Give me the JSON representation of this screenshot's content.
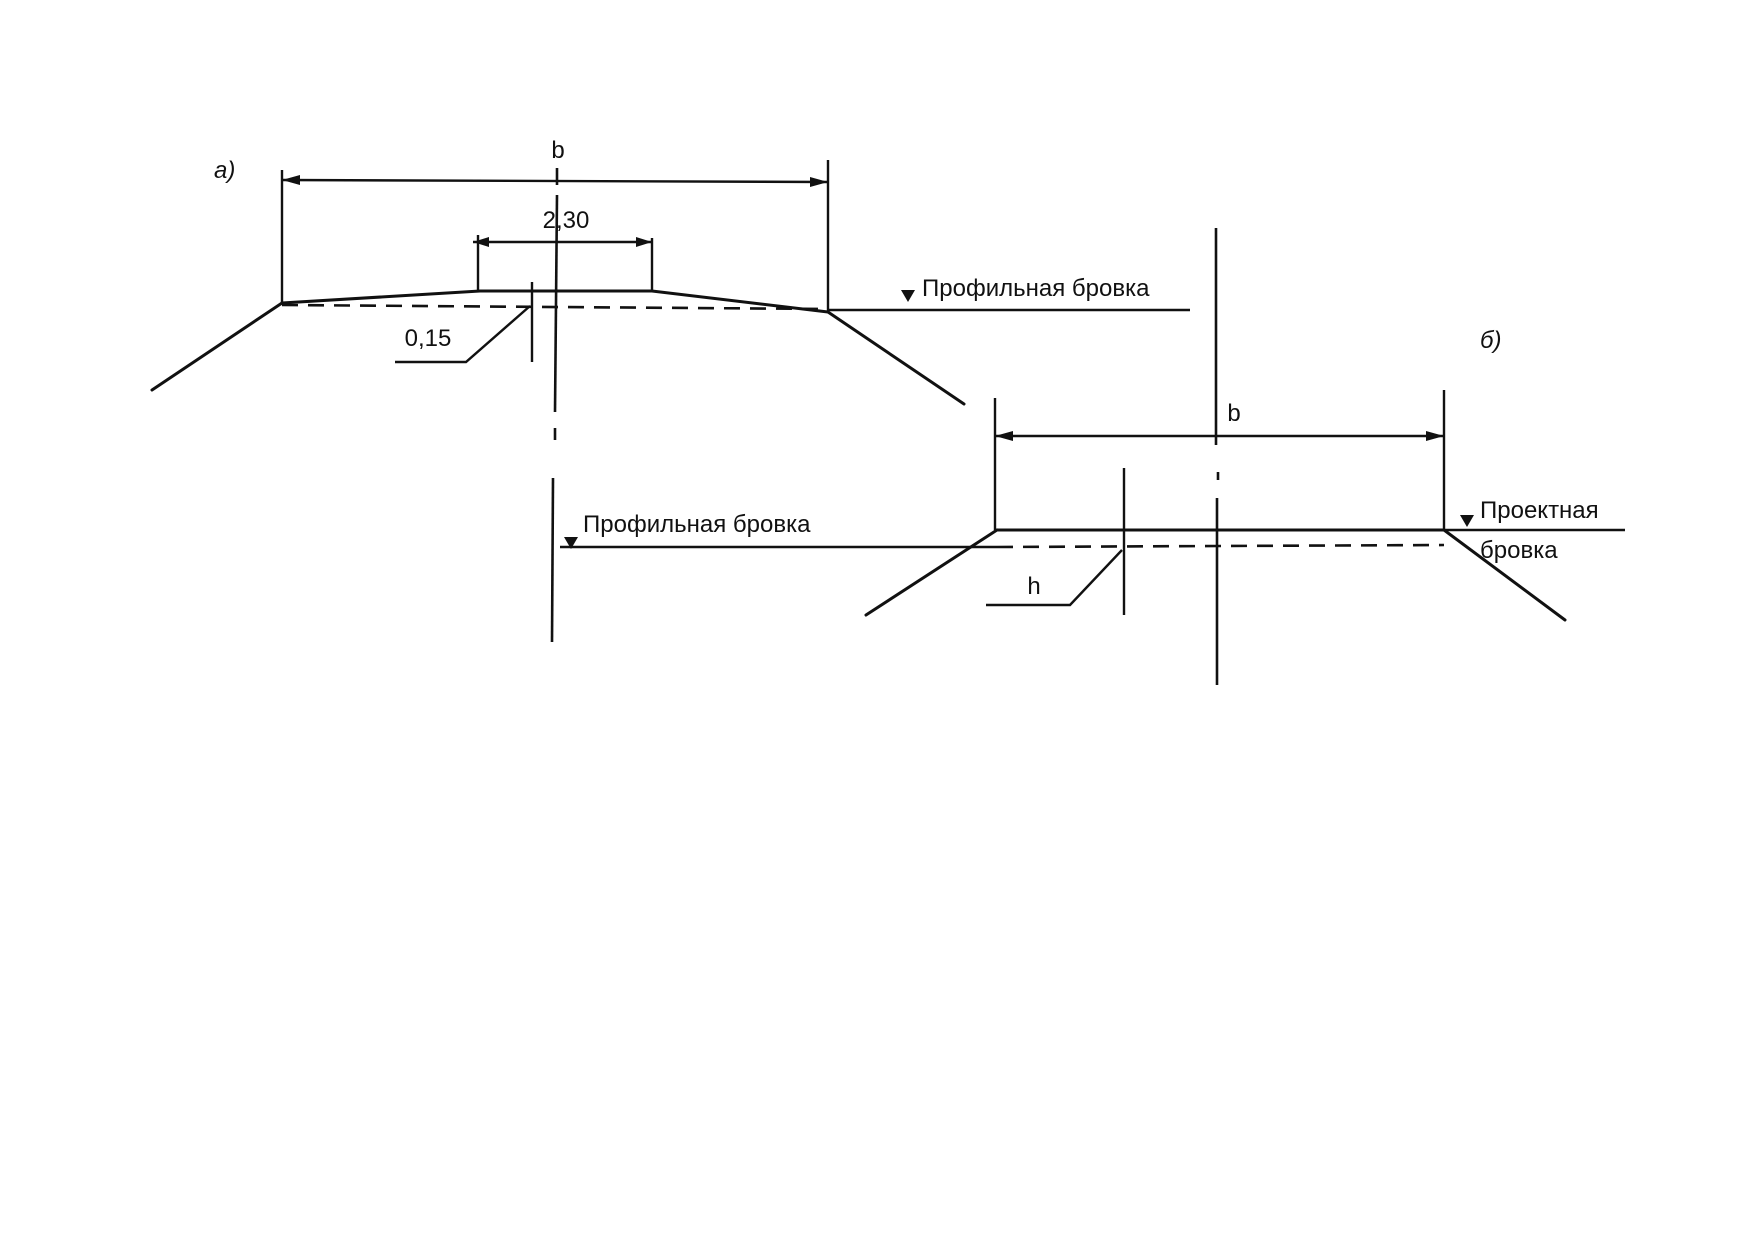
{
  "figure_a": {
    "label": "а)",
    "dim_width": "b",
    "dim_ballast": "2,30",
    "dim_height": "0,15",
    "edge_label": "Профильная бровка"
  },
  "figure_b": {
    "label": "б)",
    "dim_width": "b",
    "dim_height": "h",
    "left_edge_label": "Профильная бровка",
    "right_edge_label_line1": "Проектная",
    "right_edge_label_line2": "бровка"
  }
}
